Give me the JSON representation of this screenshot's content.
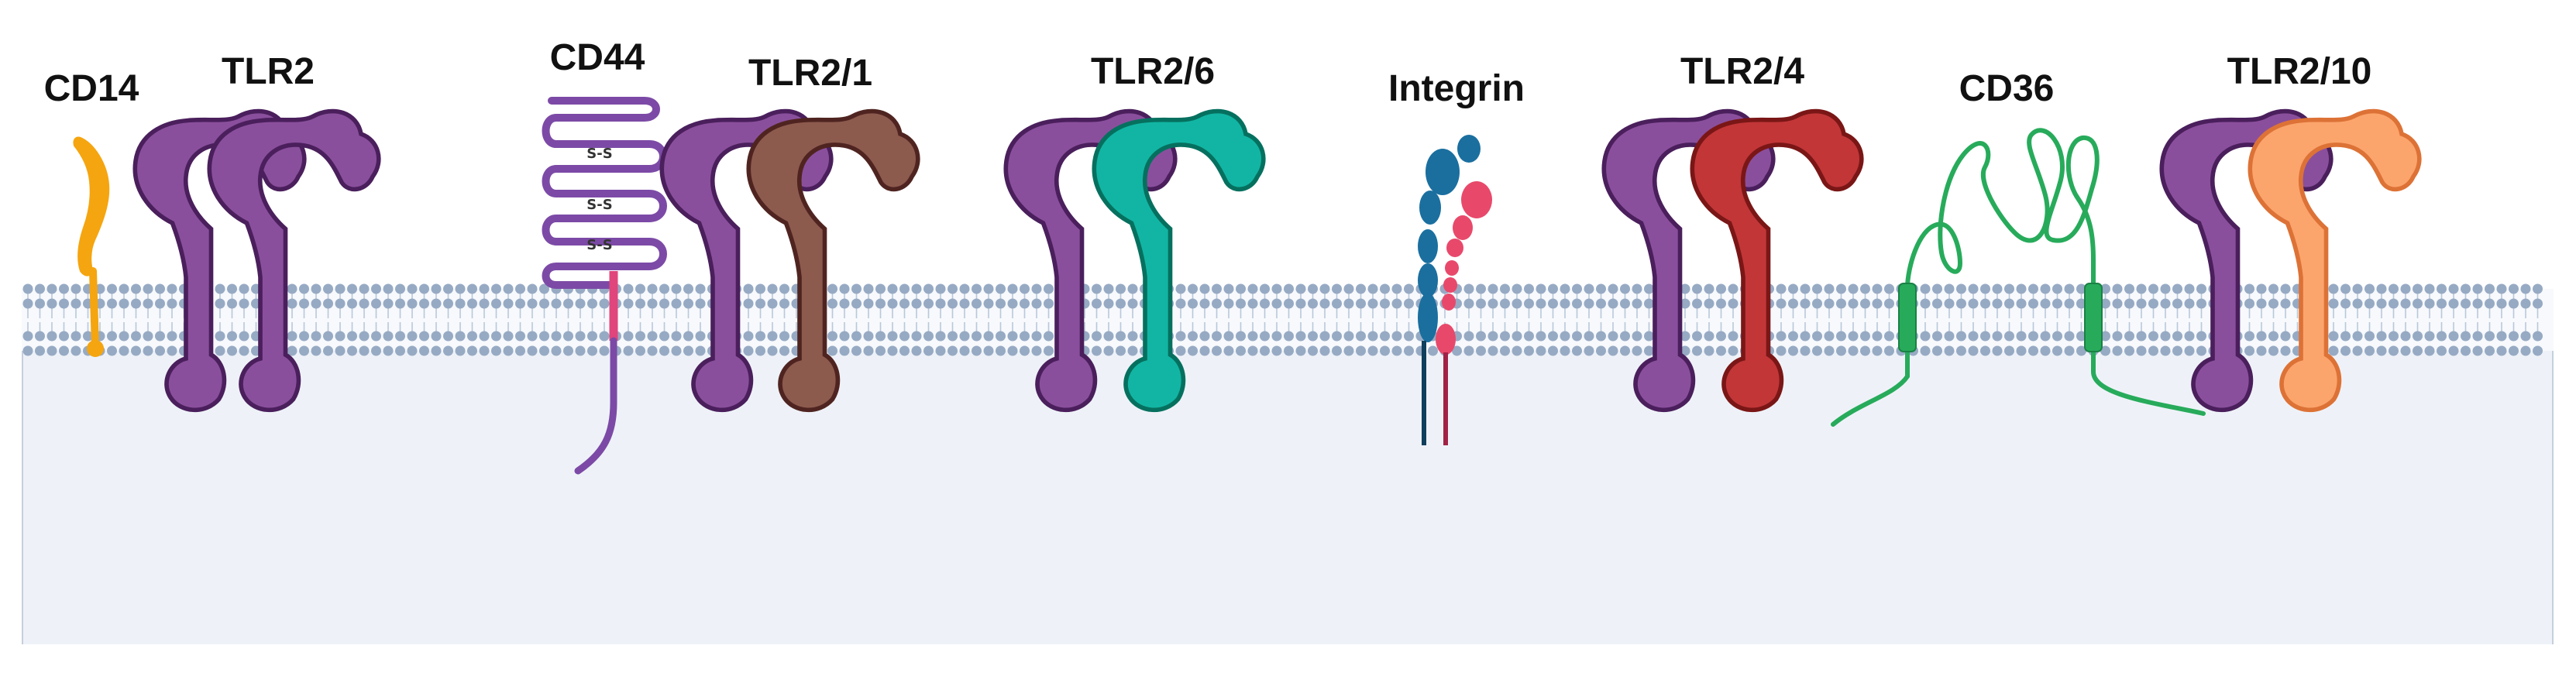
{
  "labels": {
    "cd14": "CD14",
    "tlr2": "TLR2",
    "cd44": "CD44",
    "tlr2_1": "TLR2/1",
    "tlr2_6": "TLR2/6",
    "integrin": "Integrin",
    "tlr2_4": "TLR2/4",
    "cd36": "CD36",
    "tlr2_10": "TLR2/10"
  },
  "disulfide_label": "S-S",
  "colors": {
    "tlr2": "#8a4f9c",
    "tlr2_outline": "#4a1f5c",
    "tlr1": "#8d5a4e",
    "tlr1_outline": "#4f2420",
    "tlr6": "#12b5a3",
    "tlr6_outline": "#06705f",
    "tlr4": "#c23638",
    "tlr4_outline": "#7a1616",
    "tlr10": "#fba56d",
    "tlr10_outline": "#dd7236",
    "cd14": "#f5a50f",
    "cd44": "#7c4aa6",
    "cd44_tm": "#e0457b",
    "integrin_alpha": "#1a6f9f",
    "integrin_beta": "#e8496b",
    "cd36": "#27ab5b",
    "membrane_head": "#97aac4",
    "cytoplasm": "#eef2f8"
  }
}
